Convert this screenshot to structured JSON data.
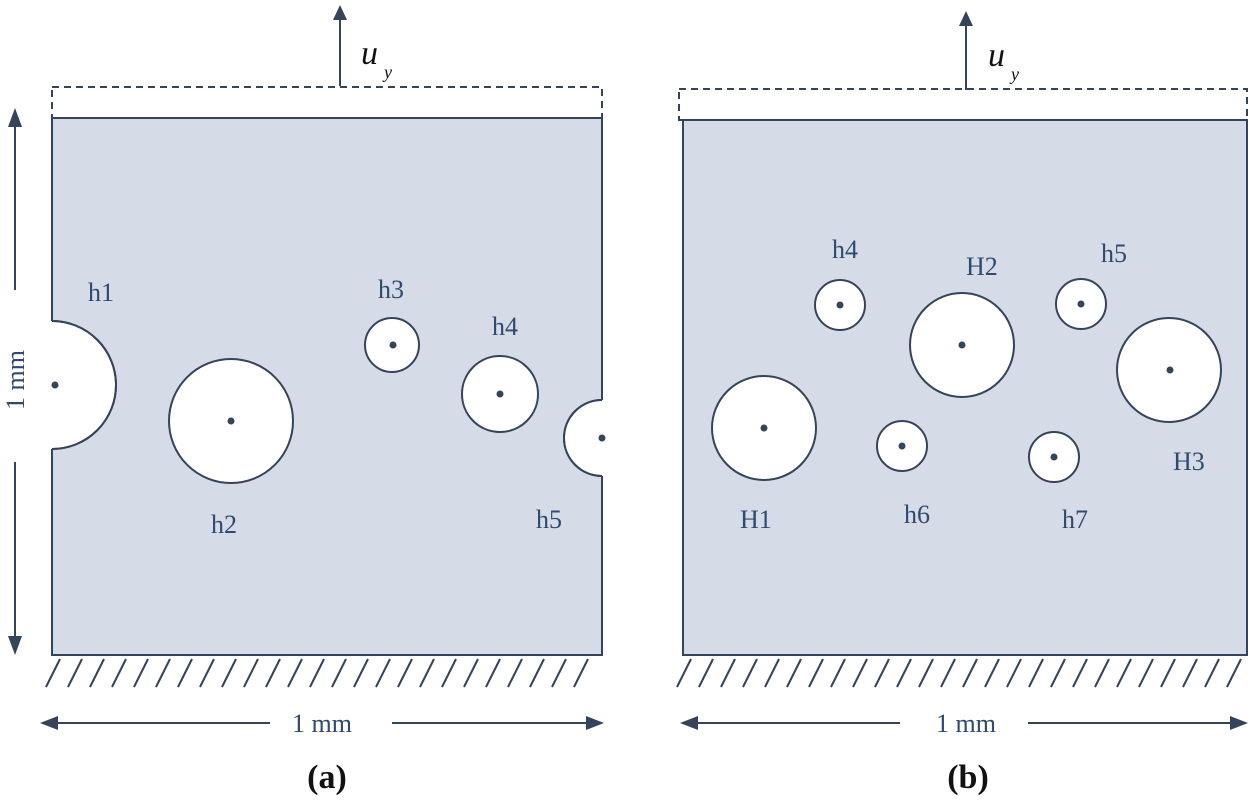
{
  "colors": {
    "plate_fill": "#d6dce7",
    "outline": "#34445a",
    "label": "#2f4a6e",
    "hole_fill": "#ffffff"
  },
  "panels": [
    {
      "caption": "(a)",
      "load_label": "u",
      "load_sub": "y",
      "width_label": "1 mm",
      "height_label": "1 mm",
      "holes": [
        {
          "id": "h1",
          "label": "h1"
        },
        {
          "id": "h2",
          "label": "h2"
        },
        {
          "id": "h3",
          "label": "h3"
        },
        {
          "id": "h4",
          "label": "h4"
        },
        {
          "id": "h5",
          "label": "h5"
        }
      ]
    },
    {
      "caption": "(b)",
      "load_label": "u",
      "load_sub": "y",
      "width_label": "1 mm",
      "holes": [
        {
          "id": "H1",
          "label": "H1"
        },
        {
          "id": "H2",
          "label": "H2"
        },
        {
          "id": "H3",
          "label": "H3"
        },
        {
          "id": "h4",
          "label": "h4"
        },
        {
          "id": "h5",
          "label": "h5"
        },
        {
          "id": "h6",
          "label": "h6"
        },
        {
          "id": "h7",
          "label": "h7"
        }
      ]
    }
  ]
}
